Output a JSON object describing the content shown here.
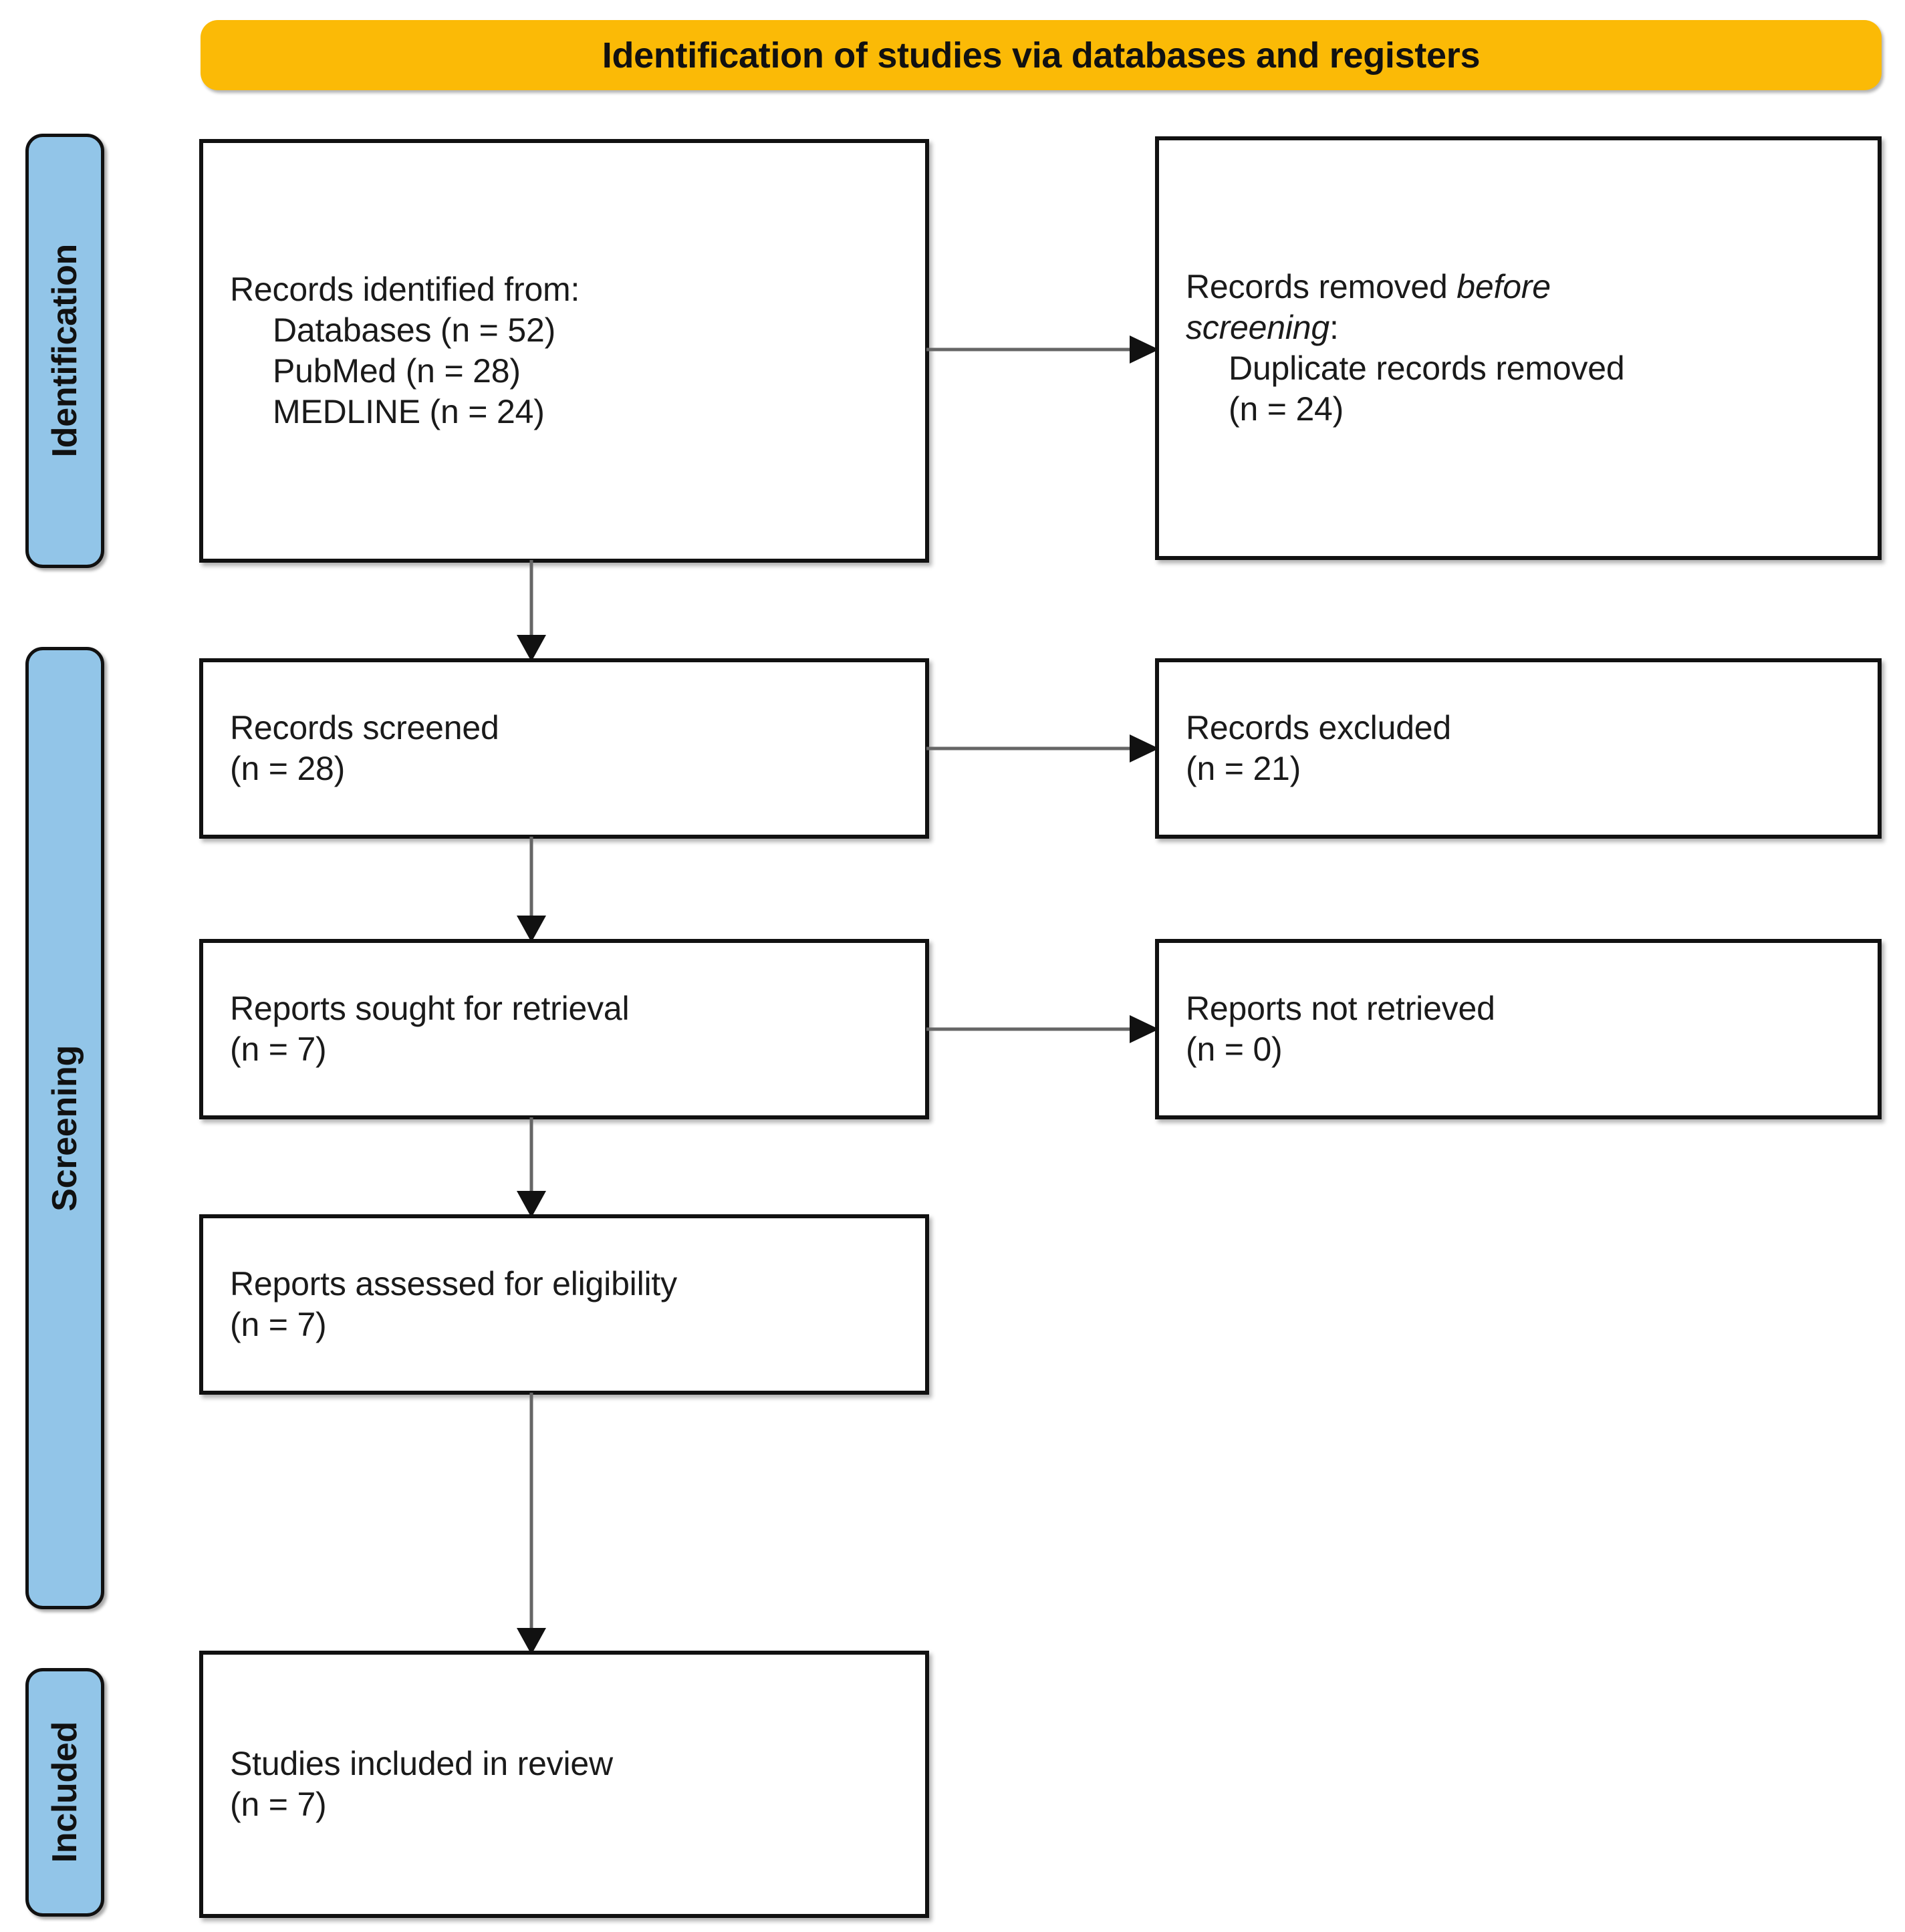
{
  "banner": {
    "title": "Identification of studies via databases and registers",
    "color": "#FBBA06"
  },
  "stages": {
    "identification": "Identification",
    "screening": "Screening",
    "included": "Included",
    "color": "#92C5E8"
  },
  "boxes": {
    "identified": {
      "line1": "Records identified from:",
      "line2": "Databases (n = 52)",
      "line3": "PubMed (n = 28)",
      "line4": "MEDLINE (n = 24)"
    },
    "removed": {
      "line1_plain": "Records removed ",
      "line1_italic": "before",
      "line2_italic": "screening",
      "line2_plain": ":",
      "line3": "Duplicate records removed",
      "line4": "(n = 24)"
    },
    "screened": {
      "line1": "Records screened",
      "line2": "(n = 28)"
    },
    "excluded": {
      "line1": "Records excluded",
      "line2": "(n = 21)"
    },
    "sought": {
      "line1": "Reports sought for retrieval",
      "line2": "(n = 7)"
    },
    "not_retrieved": {
      "line1": "Reports not retrieved",
      "line2": "(n = 0)"
    },
    "assessed": {
      "line1": "Reports assessed for eligibility",
      "line2": "(n = 7)"
    },
    "studies": {
      "line1": "Studies included in review",
      "line2": "(n = 7)"
    }
  },
  "arrows": {
    "identified_to_removed": "right-arrow-icon",
    "identified_to_screened": "down-arrow-icon",
    "screened_to_excluded": "right-arrow-icon",
    "screened_to_sought": "down-arrow-icon",
    "sought_to_not_retrieved": "right-arrow-icon",
    "sought_to_assessed": "down-arrow-icon",
    "assessed_to_studies": "down-arrow-icon"
  },
  "chart_data": {
    "type": "diagram",
    "title": "Identification of studies via databases and registers",
    "nodes": [
      {
        "id": "identified",
        "stage": "Identification",
        "label": "Records identified from: Databases (n = 52); PubMed (n = 28); MEDLINE (n = 24)",
        "n": 52
      },
      {
        "id": "removed",
        "stage": "Identification",
        "label": "Records removed before screening: Duplicate records removed (n = 24)",
        "n": 24
      },
      {
        "id": "screened",
        "stage": "Screening",
        "label": "Records screened (n = 28)",
        "n": 28
      },
      {
        "id": "excluded",
        "stage": "Screening",
        "label": "Records excluded (n = 21)",
        "n": 21
      },
      {
        "id": "sought",
        "stage": "Screening",
        "label": "Reports sought for retrieval (n = 7)",
        "n": 7
      },
      {
        "id": "not_retrieved",
        "stage": "Screening",
        "label": "Reports not retrieved (n = 0)",
        "n": 0
      },
      {
        "id": "assessed",
        "stage": "Screening",
        "label": "Reports assessed for eligibility (n = 7)",
        "n": 7
      },
      {
        "id": "studies",
        "stage": "Included",
        "label": "Studies included in review (n = 7)",
        "n": 7
      }
    ],
    "edges": [
      {
        "from": "identified",
        "to": "removed",
        "direction": "right"
      },
      {
        "from": "identified",
        "to": "screened",
        "direction": "down"
      },
      {
        "from": "screened",
        "to": "excluded",
        "direction": "right"
      },
      {
        "from": "screened",
        "to": "sought",
        "direction": "down"
      },
      {
        "from": "sought",
        "to": "not_retrieved",
        "direction": "right"
      },
      {
        "from": "sought",
        "to": "assessed",
        "direction": "down"
      },
      {
        "from": "assessed",
        "to": "studies",
        "direction": "down"
      }
    ]
  }
}
